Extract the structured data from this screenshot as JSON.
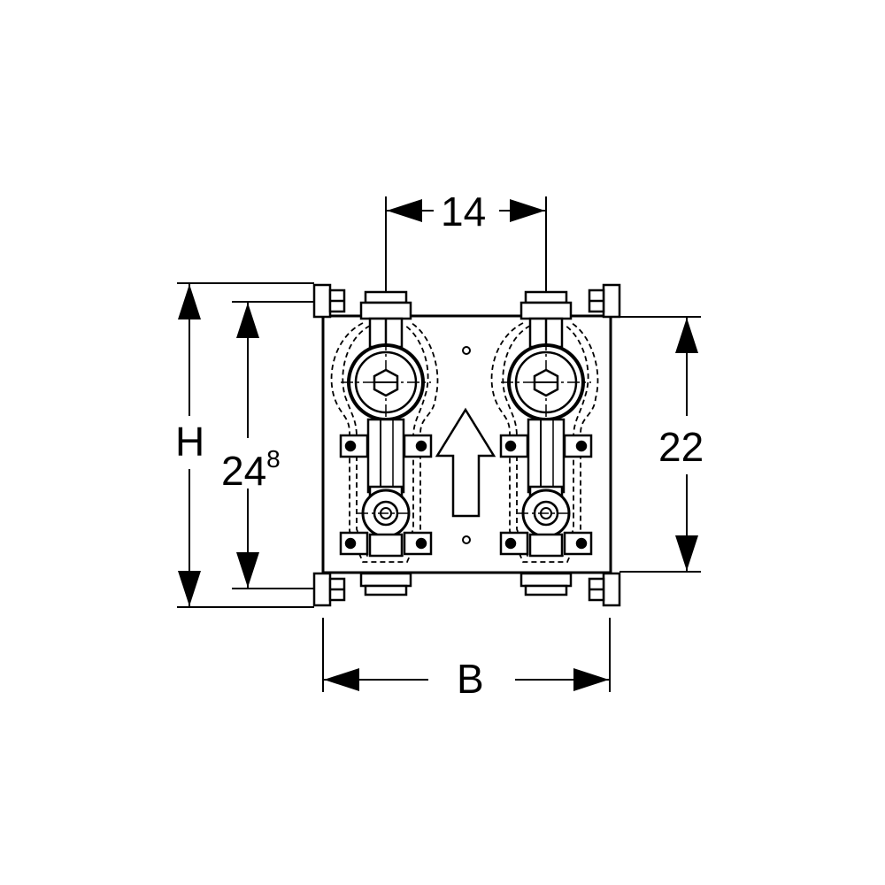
{
  "dimensions": {
    "top_width": "14",
    "right_height": "22",
    "outer_height": "H",
    "inner_height_base": "24",
    "inner_height_sup": "8",
    "bottom_width": "B"
  },
  "icons": {
    "arrow": "flow-direction-arrow-icon",
    "valve": "valve-icon",
    "connector": "pipe-connector-icon",
    "bracket": "mounting-bracket-icon",
    "screw": "screw-icon"
  },
  "colors": {
    "line": "#000000",
    "background": "#ffffff"
  }
}
